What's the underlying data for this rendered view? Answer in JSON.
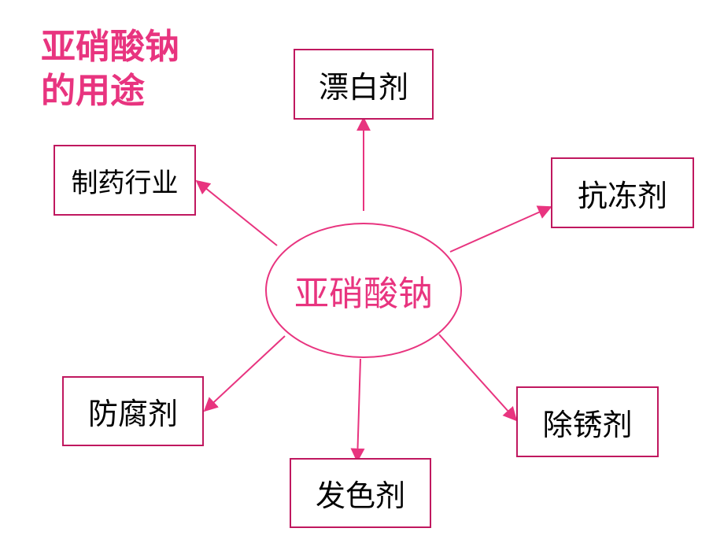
{
  "title": {
    "line1": "亚硝酸钠",
    "line2": "的用途"
  },
  "center": {
    "label": "亚硝酸钠"
  },
  "uses": [
    {
      "id": "bleach",
      "label": "漂白剂"
    },
    {
      "id": "antifreeze",
      "label": "抗冻剂"
    },
    {
      "id": "rust-remover",
      "label": "除锈剂"
    },
    {
      "id": "color-agent",
      "label": "发色剂"
    },
    {
      "id": "preservative",
      "label": "防腐剂"
    },
    {
      "id": "pharma",
      "label": "制药行业"
    }
  ],
  "colors": {
    "accent": "#e8347f",
    "box_border": "#c0185f",
    "text": "#000000"
  }
}
